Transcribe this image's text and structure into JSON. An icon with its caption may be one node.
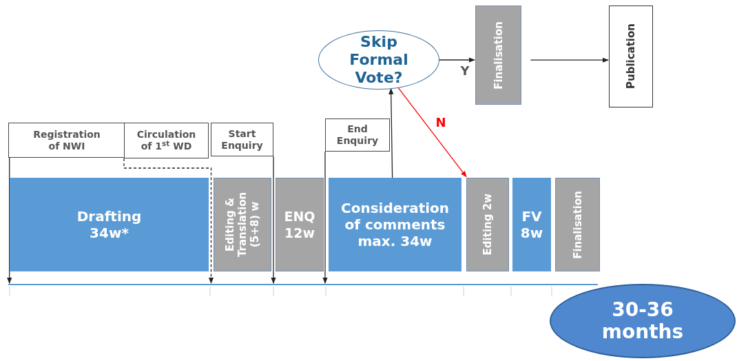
{
  "diagram": {
    "nodes": [
      {
        "text": [
          "Registration of NWI"
        ]
      },
      {
        "text": [
          "Circulation of 1$^{st}$ WD"
        ]
      },
      {
        "text": [
          "Start Enquiry"
        ]
      },
      {
        "text": [
          "End Enquiry"
        ]
      },
      {
        "text": [
          "Skip Formal Vote?"
        ]
      },
      {
        "text": [
          "Finalisation"
        ]
      },
      {
        "text": [
          "Publication"
        ]
      },
      {
        "text": [
          "Drafting 34w*"
        ]
      },
      {
        "text": [
          "Editing & Translation (5+8) w"
        ]
      },
      {
        "text": [
          "ENQ 12w"
        ]
      },
      {
        "text": [
          "Consideration of comments max. 34w"
        ]
      },
      {
        "text": [
          "Editing 2w"
        ]
      },
      {
        "text": [
          "FV 8w"
        ]
      },
      {
        "text": [
          "Finalisation"
        ]
      },
      {
        "text": [
          "30-36 months"
        ]
      },
      {
        "text": [],
        "shape": "bar"
      }
    ],
    "edges": [
      {
        "from": 0,
        "to": 15,
        "arrow": "to"
      },
      {
        "from": 1,
        "to": 15,
        "arrow": "to",
        "style": "dashed"
      },
      {
        "from": 2,
        "to": 15,
        "arrow": "to"
      },
      {
        "from": 3,
        "to": 15,
        "arrow": "to"
      },
      {
        "from": 10,
        "to": 4,
        "arrow": "to"
      },
      {
        "from": 4,
        "to": 5,
        "arrow": "to",
        "label": "Y"
      },
      {
        "from": 5,
        "to": 6,
        "arrow": "to"
      },
      {
        "from": 4,
        "to": 11,
        "arrow": "to",
        "label": "N",
        "color": "#ff0000"
      }
    ]
  }
}
